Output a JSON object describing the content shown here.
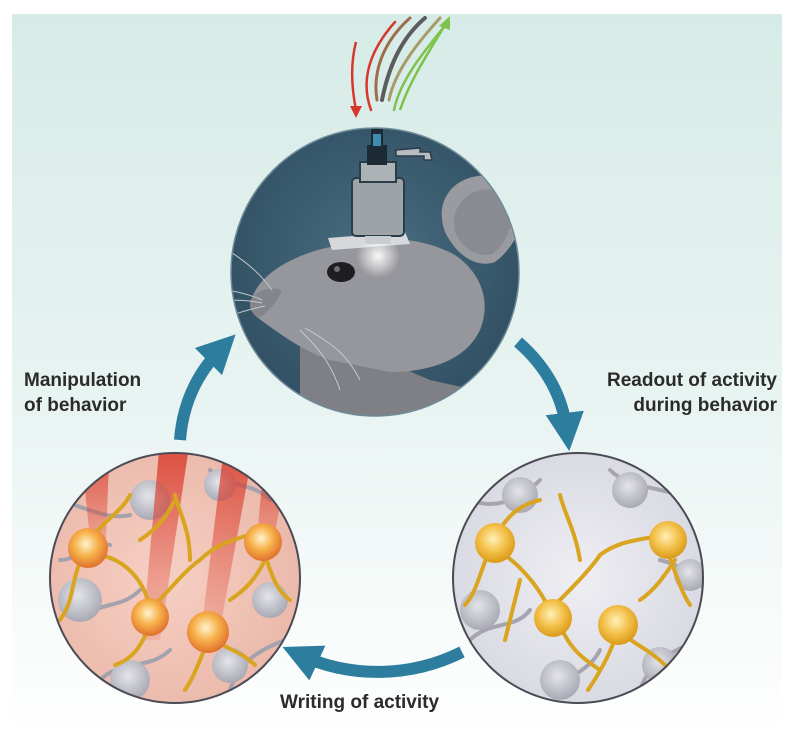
{
  "labels": {
    "manipulation_line1": "Manipulation",
    "manipulation_line2": "of behavior",
    "readout_line1": "Readout of activity",
    "readout_line2": "during behavior",
    "writing": "Writing of activity"
  },
  "colors": {
    "background_top": "#d9ede9",
    "background_bottom": "#ffffff",
    "cycle_arrow": "#2d7d9e",
    "mouse_circle": "#3b5c70",
    "mouse_fur": "#8e8f94",
    "neuron_active": "#e8a820",
    "light_red": "#e0503a",
    "fiber_green": "#7dc24a"
  }
}
